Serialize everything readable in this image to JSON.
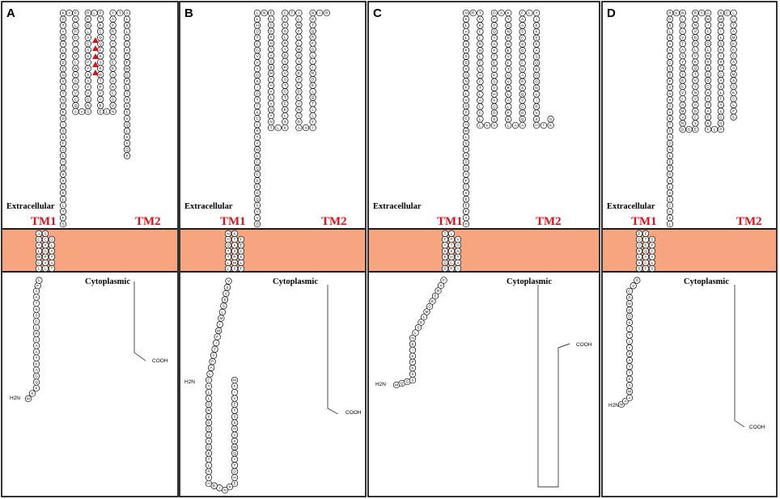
{
  "colors": {
    "membrane": "#f7a57e",
    "tm_label": "#e0101a",
    "highlight": "#e0101a"
  },
  "labels": {
    "extracellular": "Extracellular",
    "cytoplasmic": "Cytoplasmic",
    "tm1": "TM1",
    "tm2": "TM2",
    "n_term": "H2N",
    "c_term": "COOH"
  },
  "panels": [
    {
      "letter": "A",
      "highlight_icon": "red-triangle-icon",
      "highlight_count": 5,
      "seq": "MKKQGAKTAALRLCSSTAAFLLLTCVAWPYLGAYVLCCGASSFTLLSKSKQHLDFSSIDRTNTLVNEDPLTWYTDKYPGLPCYVVLWVSAVCQAVSNGVYVSYPVSGALDKRLPTFCQQFSSKDTPVYEELNVGCRAAEEKVYARFAYTALSLAGATFWGFLTRKSVQLSKQK"
    },
    {
      "letter": "B",
      "highlight_icon": "",
      "highlight_count": 0,
      "seq": "MFIVETSSNVSWQYTDHEKNIEHKRLTEDYVDGKRDLLTCLAPYTIFWIMLSSVSVLSFLWLTRKTSCQVEHTFNKDYVSQGFSCQCLWVTRLCKTTDISDYAVGCTDHLLNELDGRNTVSSMYHVLVQYNTLKSLEETCTSVPVDYRLGYSCTILWFALMSVAEPFDLVNGDAVIYLLTQLEDRIILGFRQTDNIR"
    },
    {
      "letter": "C",
      "highlight_icon": "",
      "highlight_count": 0,
      "seq": "MQGSSKPKIENLSELMGEEDVFSRIQCAEHTSSNYTDFRVTLHYFEEVCFAGDAYSLMHCPDVLKNGVGSKVLVLKNRTCKFLRHLEVAFTLALCLLVVSDGKHVGKTETFAYQYPDAKYCNRSEVFTGVRLALFKLAAQGCVQSRADFIGSCSAAFLYIKKEKASQEGDNLIRVSHTKS"
    },
    {
      "letter": "D",
      "highlight_icon": "",
      "highlight_count": 0,
      "seq": "MAAWAKTVASYLTIKDGNRCVGSFSVCLLAYRQCDEPGTSFFLSVCLVLVGTELNDAFTSVDKNKFESCVAYSLKGRKNLCLVTASYWYEKVLAMVRDSEYCGAVNYVTQKVLPDVNKRYGMILRDLNSKSGGVYTAFKFLPGGLAFLVACTSIKSLIAMKCLLTAMKKCAAMSSKCLFS"
    }
  ]
}
